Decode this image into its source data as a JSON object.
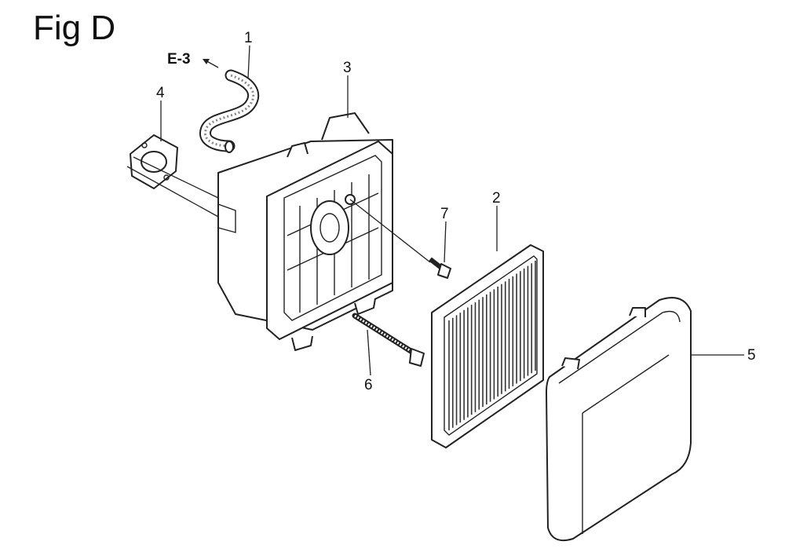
{
  "figure": {
    "title": "Fig D"
  },
  "reference": {
    "label": "E-3"
  },
  "callouts": [
    {
      "id": "1",
      "part": "breather-tube"
    },
    {
      "id": "2",
      "part": "air-filter-element"
    },
    {
      "id": "3",
      "part": "air-cleaner-case"
    },
    {
      "id": "4",
      "part": "gasket"
    },
    {
      "id": "5",
      "part": "air-cleaner-cover"
    },
    {
      "id": "6",
      "part": "flange-bolt"
    },
    {
      "id": "7",
      "part": "flange-bolt-short"
    }
  ],
  "colors": {
    "line": "#222222",
    "background": "#ffffff",
    "text": "#111111"
  }
}
